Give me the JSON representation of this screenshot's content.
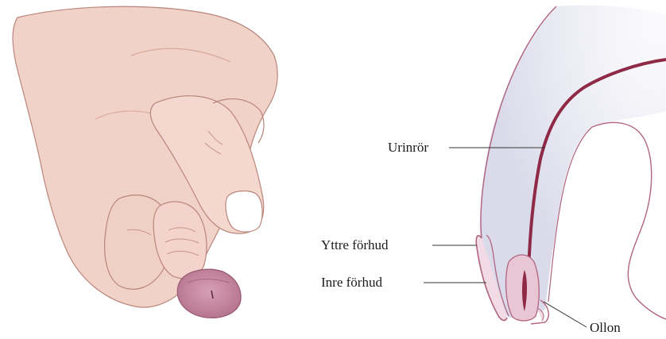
{
  "labels": {
    "urethra": "Urinrör",
    "outer_foreskin": "Yttre förhud",
    "inner_foreskin": "Inre förhud",
    "glans": "Ollon"
  }
}
